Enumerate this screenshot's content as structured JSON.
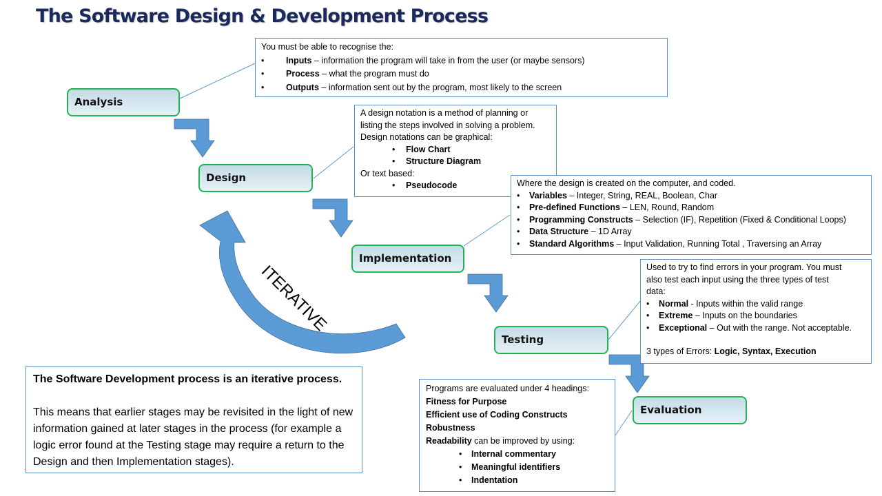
{
  "title": "The Software Design & Development Process",
  "stages": [
    {
      "label": "Analysis"
    },
    {
      "label": "Design"
    },
    {
      "label": "Implementation"
    },
    {
      "label": "Testing"
    },
    {
      "label": "Evaluation"
    }
  ],
  "cycle_label": "ITERATIVE",
  "analysis_box": {
    "intro": "You must be able to recognise the:",
    "items": [
      {
        "term": "Inputs",
        "desc": " – information the program will take in from the user (or maybe sensors)"
      },
      {
        "term": "Process",
        "desc": " – what the program must do"
      },
      {
        "term": "Outputs",
        "desc": " – information sent out by the program, most likely to the screen"
      }
    ]
  },
  "design_box": {
    "line1": "A design notation is a method of planning or",
    "line2": "listing the steps involved in solving a problem.",
    "line3": "Design notations can be graphical:",
    "graphical": [
      "Flow Chart",
      "Structure Diagram"
    ],
    "text_label": "Or text based:",
    "text_based": [
      "Pseudocode"
    ]
  },
  "implementation_box": {
    "intro": "Where the design is created on the computer, and coded.",
    "items": [
      {
        "term": "Variables",
        "desc": " – Integer, String, REAL, Boolean, Char"
      },
      {
        "term": "Pre-defined Functions",
        "desc": " – LEN, Round, Random"
      },
      {
        "term": "Programming Constructs",
        "desc": " – Selection (IF), Repetition (Fixed & Conditional Loops)"
      },
      {
        "term": "Data Structure",
        "desc": " – 1D Array"
      },
      {
        "term": "Standard Algorithms",
        "desc": " – Input Validation, Running Total , Traversing an Array"
      }
    ]
  },
  "testing_box": {
    "line1": "Used to try to find errors in your program. You must",
    "line2": "also test each input using the three types of test",
    "line3": "data:",
    "items": [
      {
        "term": "Normal",
        "desc": " - Inputs within the valid range"
      },
      {
        "term": "Extreme",
        "desc": " – Inputs on the boundaries"
      },
      {
        "term": "Exceptional",
        "desc": " – Out with the range. Not acceptable."
      }
    ],
    "errors_label": "3 types of Errors: ",
    "errors_value": "Logic, Syntax, Execution"
  },
  "evaluation_box": {
    "intro": "Programs are evaluated under 4 headings:",
    "headings": [
      "Fitness for Purpose",
      "Efficient use of Coding Constructs",
      "Robustness"
    ],
    "readability_term": "Readability",
    "readability_desc": " can be improved by using:",
    "readability_items": [
      "Internal commentary",
      "Meaningful identifiers",
      "Indentation"
    ]
  },
  "note": {
    "heading": "The Software Development process is an iterative process.",
    "body": "This means that earlier stages may be revisited in the light of new information gained at later stages in the process (for example a logic error found at the Testing stage may require a return to the Design and then Implementation stages)."
  },
  "colors": {
    "title": "#1b2a5c",
    "stage_border": "#1fb552",
    "arrow_fill": "#5b9bd5",
    "box_border": "#5b8ec4"
  }
}
